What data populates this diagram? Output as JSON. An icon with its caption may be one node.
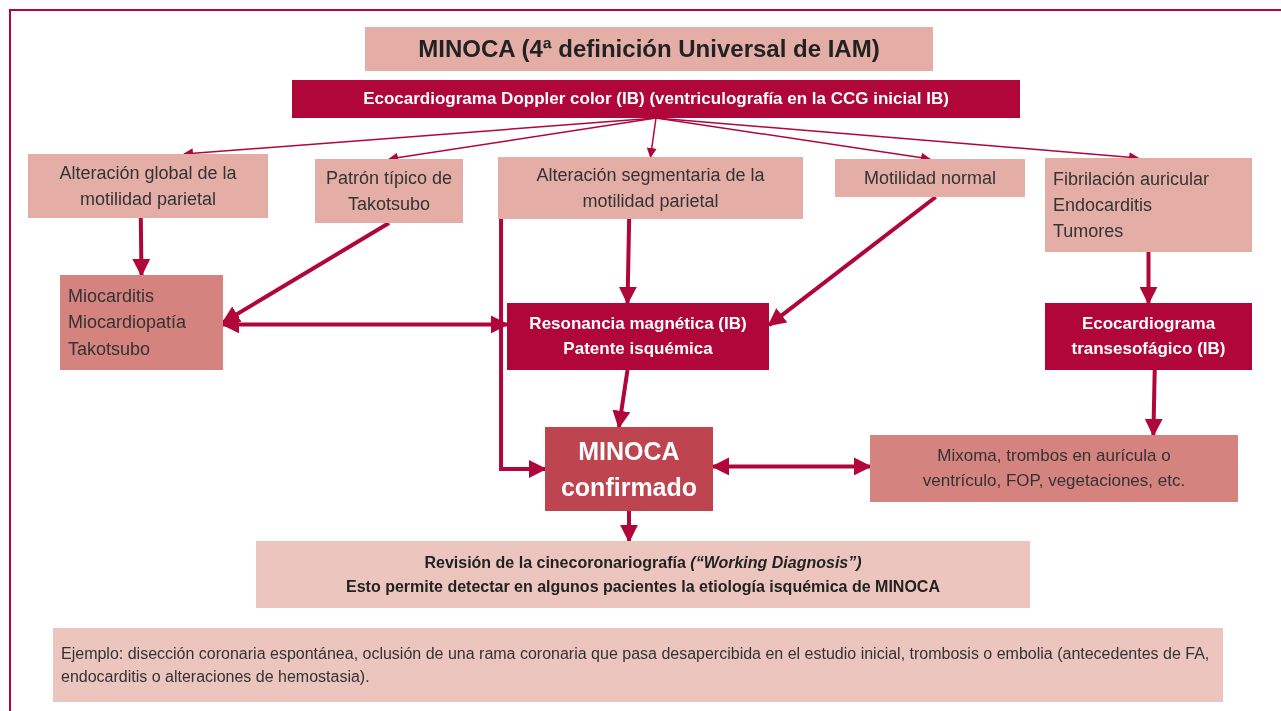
{
  "diagram": {
    "nodes": [
      {
        "text": [
          "MINOCA  (4ª definición Universal de IAM)"
        ]
      },
      {
        "text": [
          "Ecocardiograma Doppler color (IB) (ventriculografía en la CCG inicial IB)"
        ]
      },
      {
        "text": [
          "Alteración global de la motilidad parietal"
        ]
      },
      {
        "text": [
          "Patrón típico de Takotsubo"
        ]
      },
      {
        "text": [
          "Alteración segmentaria de la motilidad parietal"
        ]
      },
      {
        "text": [
          "Motilidad normal"
        ]
      },
      {
        "text": [
          "Fibrilación auricular",
          "Endocarditis",
          "Tumores"
        ]
      },
      {
        "text": [
          "Miocarditis",
          "Miocardiopatía",
          "Takotsubo"
        ]
      },
      {
        "text": [
          "Resonancia magnética (IB)",
          "Patente isquémica"
        ]
      },
      {
        "text": [
          "Ecocardiograma transesofágico (IB)"
        ]
      },
      {
        "text": [
          "MINOCA confirmado"
        ]
      },
      {
        "text": [
          "Mixoma, trombos en aurícula o ventrículo, FOP, vegetaciones, etc."
        ]
      },
      {
        "text": [
          "Revisión de la cinecoronariografía *(“Working Diagnosis”)*",
          "Esto permite detectar en algunos pacientes la etiología isquémica de MINOCA"
        ]
      },
      {
        "text": [
          "Ejemplo: disección coronaria espontánea, oclusión de una rama coronaria que pasa desapercibida en el estudio inicial, trombosis o embolia (antecedentes de FA, endocarditis o alteraciones de hemostasia)."
        ]
      }
    ],
    "edges": [
      {
        "from": 1,
        "to": 2,
        "arrow": "to"
      },
      {
        "from": 1,
        "to": 3,
        "arrow": "to"
      },
      {
        "from": 1,
        "to": 4,
        "arrow": "to"
      },
      {
        "from": 1,
        "to": 5,
        "arrow": "to"
      },
      {
        "from": 1,
        "to": 6,
        "arrow": "to"
      },
      {
        "from": 2,
        "to": 7,
        "arrow": "to"
      },
      {
        "from": 3,
        "to": 7,
        "arrow": "to"
      },
      {
        "from": 7,
        "to": 8,
        "arrow": "both"
      },
      {
        "from": 4,
        "to": 8,
        "arrow": "to"
      },
      {
        "from": 5,
        "to": 8,
        "arrow": "to"
      },
      {
        "from": 4,
        "to": 10,
        "arrow": "to"
      },
      {
        "from": 8,
        "to": 10,
        "arrow": "to"
      },
      {
        "from": 6,
        "to": 9,
        "arrow": "to"
      },
      {
        "from": 9,
        "to": 11,
        "arrow": "to"
      },
      {
        "from": 10,
        "to": 11,
        "arrow": "both"
      },
      {
        "from": 10,
        "to": 12,
        "arrow": "to"
      }
    ]
  }
}
